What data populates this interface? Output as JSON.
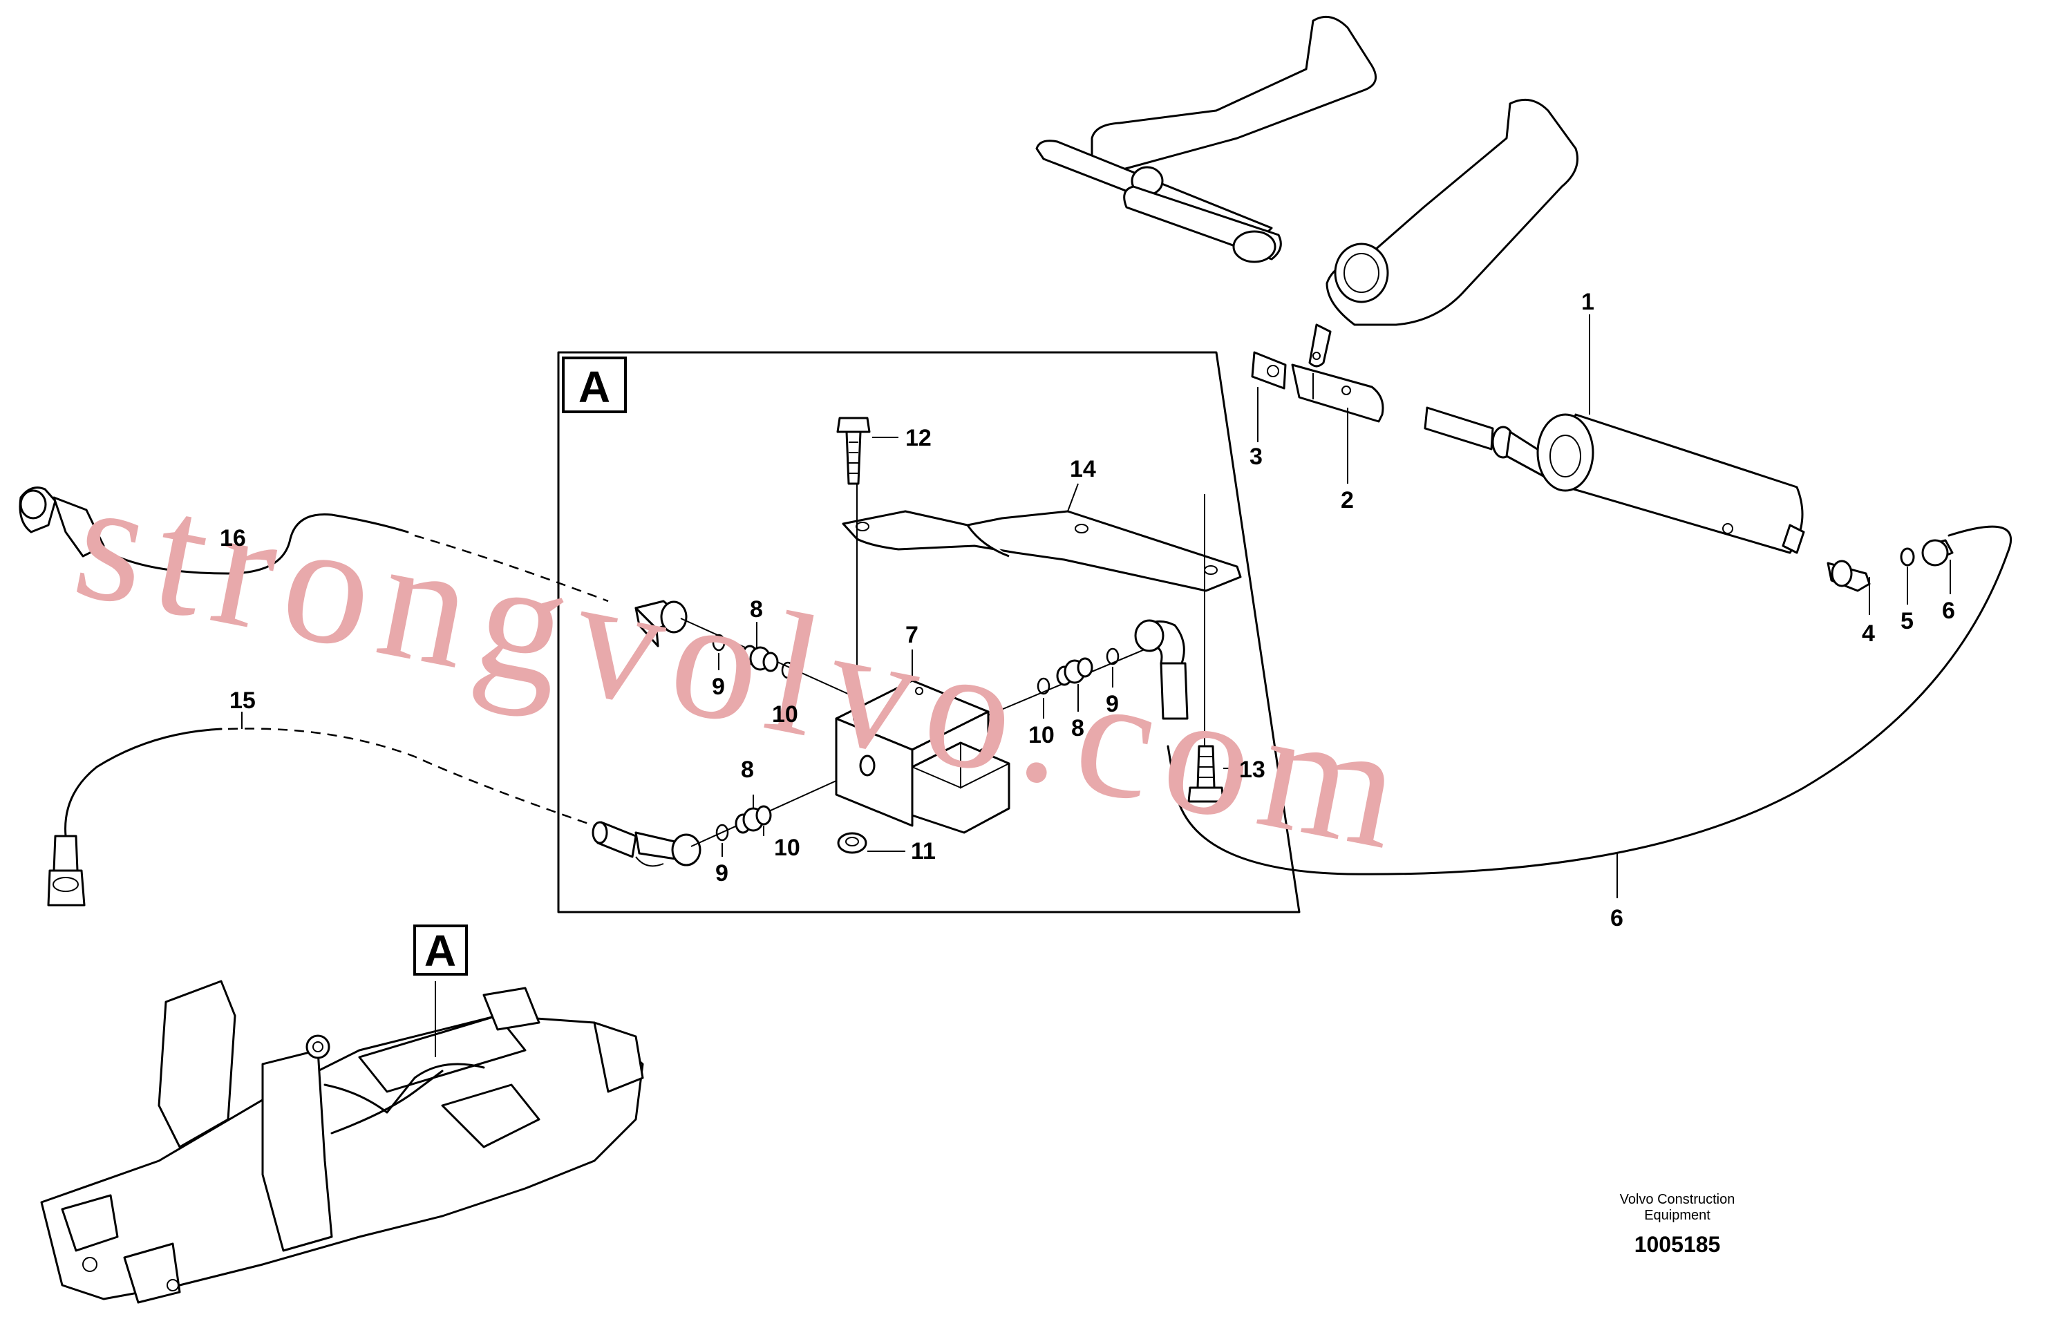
{
  "labels": {
    "p1": "1",
    "p2": "2",
    "p3": "3",
    "p4": "4",
    "p5": "5",
    "p6a": "6",
    "p6b": "6",
    "p7": "7",
    "p8a": "8",
    "p8b": "8",
    "p8c": "8",
    "p9a": "9",
    "p9b": "9",
    "p9c": "9",
    "p10a": "10",
    "p10b": "10",
    "p10c": "10",
    "p11": "11",
    "p12": "12",
    "p13": "13",
    "p14": "14",
    "p15": "15",
    "p16": "16"
  },
  "detail": {
    "letter_main": "A",
    "letter_overview": "A"
  },
  "footer": {
    "company_line1": "Volvo Construction",
    "company_line2": "Equipment",
    "drawing_number": "1005185"
  },
  "watermark": "strongvolvo.com",
  "colors": {
    "line": "#000000",
    "background": "#ffffff",
    "watermark": "#e8a9ab"
  }
}
